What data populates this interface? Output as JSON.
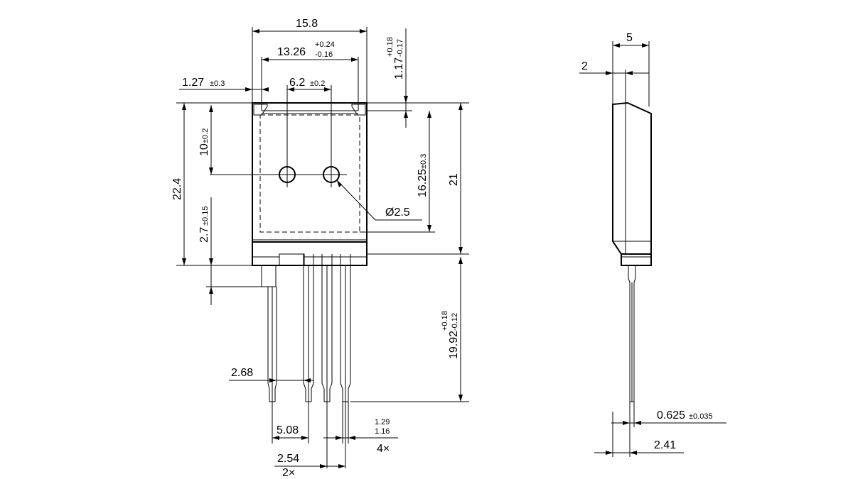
{
  "front_view": {
    "width": "15.8",
    "body_width": "13.26",
    "body_width_tol_upper": "+0.24",
    "body_width_tol_lower": "-0.16",
    "edge_offset": "1.27",
    "edge_offset_tol": "±0.3",
    "hole_pitch": "6.2",
    "hole_pitch_tol": "±0.2",
    "top_offset": "1.17",
    "top_offset_tol_upper": "+0.18",
    "top_offset_tol_lower": "-0.17",
    "overall_height": "22.4",
    "hole_height": "10",
    "hole_height_tol": "±0.2",
    "lower_height": "2.7",
    "lower_height_tol": "±0.15",
    "hole_diameter": "Ø2.5",
    "inner_height": "16.25",
    "inner_height_tol": "±0.3",
    "body_height": "21",
    "lead_length": "19.92",
    "lead_length_tol_upper": "+0.18",
    "lead_length_tol_lower": "-0.12",
    "lead_offset": "2.68",
    "lead_spacing": "5.08",
    "pitch": "2.54",
    "pitch_count": "2×",
    "lead_width_max": "1.29",
    "lead_width_min": "1.16",
    "lead_count": "4×"
  },
  "side_view": {
    "thickness": "5",
    "tab_thickness": "2",
    "lead_thickness": "0.625",
    "lead_thickness_tol": "±0.035",
    "lead_position": "2.41"
  }
}
